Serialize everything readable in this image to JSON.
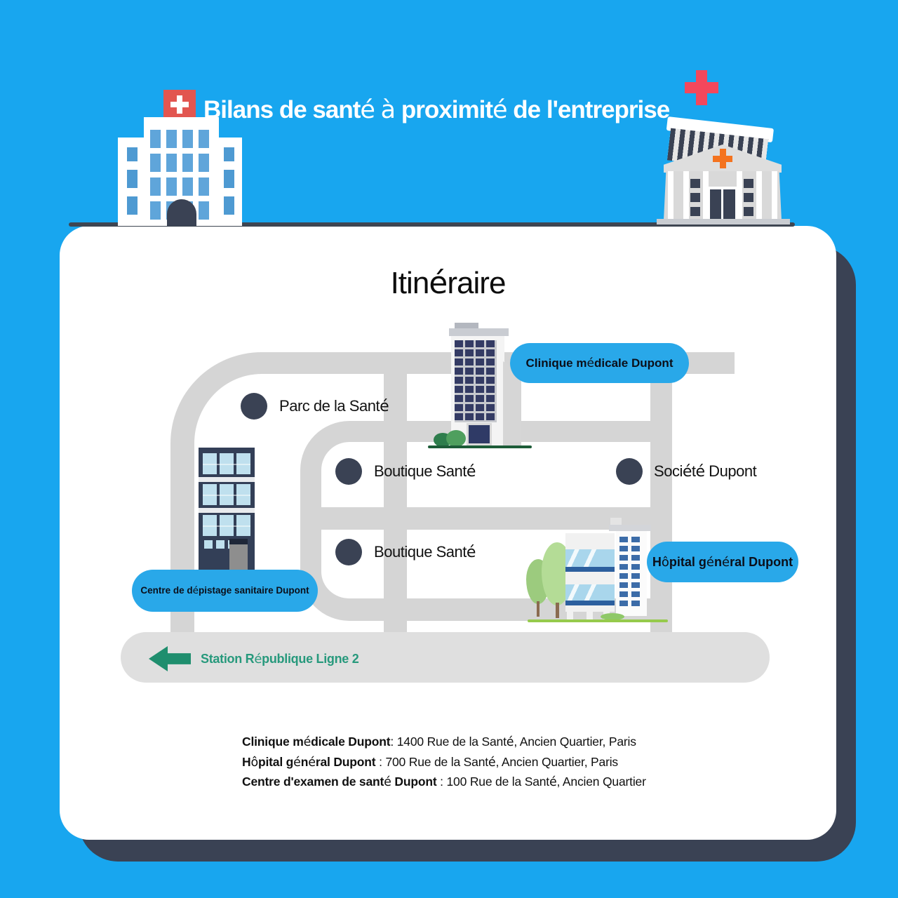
{
  "header": {
    "title": "Bilans de santé à proximité de l'entreprise"
  },
  "card": {
    "heading": "Itinéraire"
  },
  "map": {
    "pois": [
      {
        "id": "parc",
        "label": "Parc de la Santé"
      },
      {
        "id": "boutique-1",
        "label": "Boutique Santé"
      },
      {
        "id": "societe",
        "label": "Société Dupont"
      },
      {
        "id": "boutique-2",
        "label": "Boutique Santé"
      }
    ],
    "pills": [
      {
        "id": "clinique",
        "label": "Clinique médicale Dupont"
      },
      {
        "id": "hopital",
        "label": "Hôpital général Dupont"
      },
      {
        "id": "centre",
        "label": "Centre de dépistage sanitaire Dupont"
      }
    ],
    "station_label": "Station République Ligne 2"
  },
  "addresses": [
    {
      "name": "Clinique médicale Dupont",
      "sep": ": ",
      "address": "1400 Rue de la Santé, Ancien Quartier, Paris"
    },
    {
      "name": "Hôpital général Dupont",
      "sep": " : ",
      "address": "700 Rue de la Santé, Ancien Quartier, Paris"
    },
    {
      "name": "Centre d'examen de santé Dupont",
      "sep": " : ",
      "address": "100 Rue de la Santé, Ancien Quartier"
    }
  ],
  "colors": {
    "bg": "#18a6ef",
    "pill": "#29a8e9",
    "card": "#ffffff",
    "shadow": "#3a4254",
    "road": "#d5d5d5",
    "road-light": "#dfdfdf",
    "slate": "#3a4254",
    "green-arrow": "#1f8e6e",
    "green-text": "#27997c",
    "red-cross": "#e25650",
    "pink-cross": "#f4475c",
    "orange-cross": "#f4731f",
    "window-blue": "#5fa5da",
    "navy-building": "#333f57",
    "pane-blue": "#bfe0ee",
    "clinic-window": "#343b64",
    "band-blue": "#a9d6ec",
    "band-dark": "#2c5f9e",
    "tree-green": "#9ccb7e",
    "tree-green-light": "#b4dc96",
    "ground-green": "#96ca4c",
    "ground-dark": "#1d5c38"
  }
}
